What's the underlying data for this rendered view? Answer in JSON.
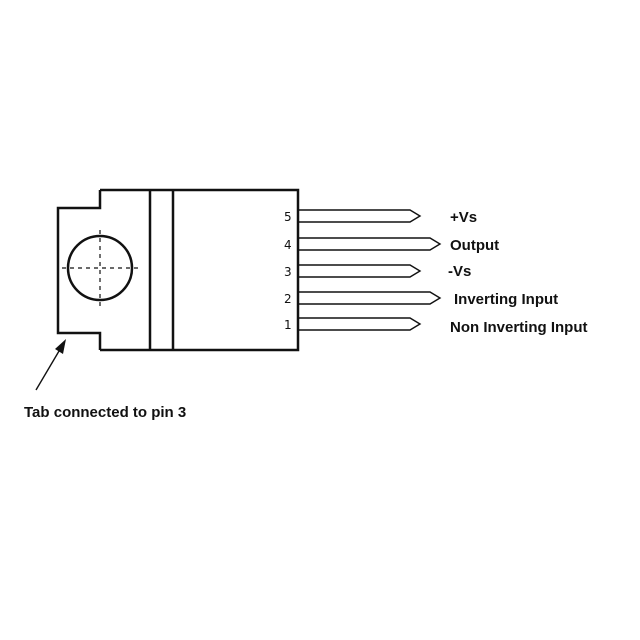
{
  "pins": [
    {
      "number": "5",
      "label": "+Vs"
    },
    {
      "number": "4",
      "label": "Output"
    },
    {
      "number": "3",
      "label": "-Vs"
    },
    {
      "number": "2",
      "label": "Inverting Input"
    },
    {
      "number": "1",
      "label": "Non Inverting Input"
    }
  ],
  "tab_note": "Tab connected to pin 3"
}
